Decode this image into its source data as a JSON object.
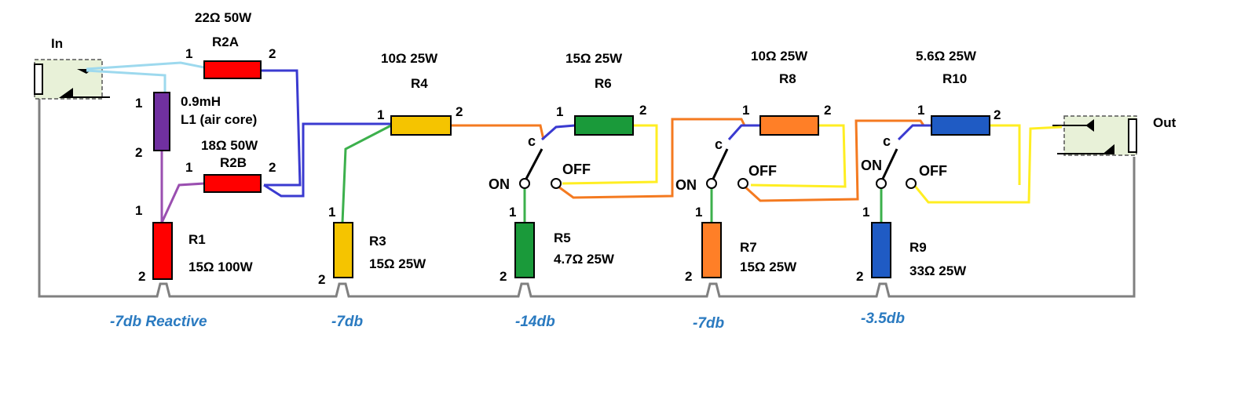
{
  "jacks": {
    "in_label": "In",
    "out_label": "Out"
  },
  "colors": {
    "r_red": "#ff0000",
    "r_purple": "#7030a0",
    "r_orange": "#ff7f27",
    "r_yellow": "#f5c400",
    "r_green": "#1a9a3a",
    "r_blue": "#1f5bc4",
    "w_cyan": "#9dd9ee",
    "w_blue": "#3a3ad0",
    "w_purple": "#9a4fb0",
    "w_green": "#3cb04c",
    "w_orange": "#f47a20",
    "w_yellow": "#ffee22",
    "w_gray": "#808080",
    "db_text": "#2a7ac0",
    "jack_fill": "#e8f1d8"
  },
  "components": {
    "r2a": {
      "value": "22Ω 50W",
      "name": "R2A",
      "pin1": "1",
      "pin2": "2"
    },
    "l1": {
      "value": "0.9mH",
      "name": "L1 (air core)",
      "pin1": "1",
      "pin2": "2"
    },
    "r2b": {
      "value": "18Ω 50W",
      "name": "R2B",
      "pin1": "1",
      "pin2": "2"
    },
    "r1": {
      "name": "R1",
      "value": "15Ω 100W",
      "pin1": "1",
      "pin2": "2"
    },
    "r4": {
      "value": "10Ω 25W",
      "name": "R4",
      "pin1": "1",
      "pin2": "2"
    },
    "r3": {
      "name": "R3",
      "value": "15Ω 25W",
      "pin1": "1",
      "pin2": "2"
    },
    "r6": {
      "value": "15Ω 25W",
      "name": "R6",
      "pin1": "1",
      "pin2": "2"
    },
    "r5": {
      "name": "R5",
      "value": "4.7Ω 25W",
      "pin1": "1",
      "pin2": "2"
    },
    "r8": {
      "value": "10Ω 25W",
      "name": "R8",
      "pin1": "1",
      "pin2": "2"
    },
    "r7": {
      "name": "R7",
      "value": "15Ω 25W",
      "pin1": "1",
      "pin2": "2"
    },
    "r10": {
      "value": "5.6Ω 25W",
      "name": "R10",
      "pin1": "1",
      "pin2": "2"
    },
    "r9": {
      "name": "R9",
      "value": "33Ω 25W",
      "pin1": "1",
      "pin2": "2"
    }
  },
  "switches": [
    {
      "common": "c",
      "on": "ON",
      "off": "OFF"
    },
    {
      "common": "c",
      "on": "ON",
      "off": "OFF"
    },
    {
      "common": "c",
      "on": "ON",
      "off": "OFF"
    }
  ],
  "attenuation": [
    {
      "label": "-7db Reactive"
    },
    {
      "label": "-7db"
    },
    {
      "label": "-14db"
    },
    {
      "label": "-7db"
    },
    {
      "label": "-3.5db"
    }
  ]
}
